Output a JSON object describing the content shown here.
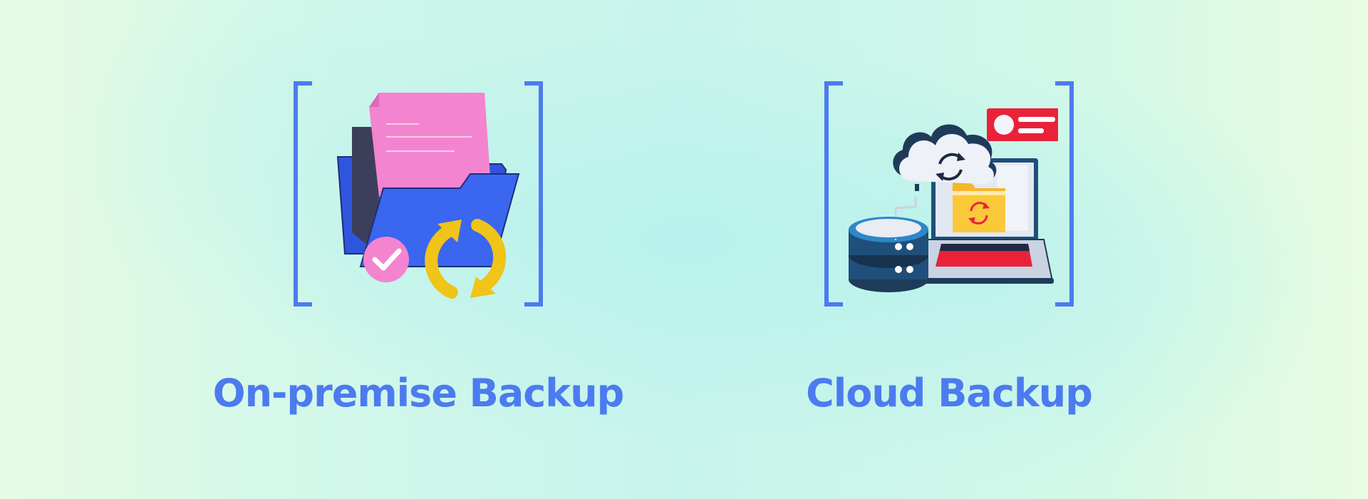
{
  "colors": {
    "accent": "#4c7bef",
    "folder_blue": "#3a66f0",
    "document_pink": "#f384cf",
    "sync_yellow": "#f0c419",
    "alert_red": "#e9223a"
  },
  "items": [
    {
      "id": "onprem",
      "label": "On-premise Backup",
      "icons": [
        "folder-icon",
        "document-icon",
        "checkmark-icon",
        "sync-icon"
      ]
    },
    {
      "id": "cloud",
      "label": "Cloud Backup",
      "icons": [
        "cloud-sync-icon",
        "database-icon",
        "laptop-icon",
        "folder-sync-icon",
        "notification-icon"
      ]
    }
  ]
}
